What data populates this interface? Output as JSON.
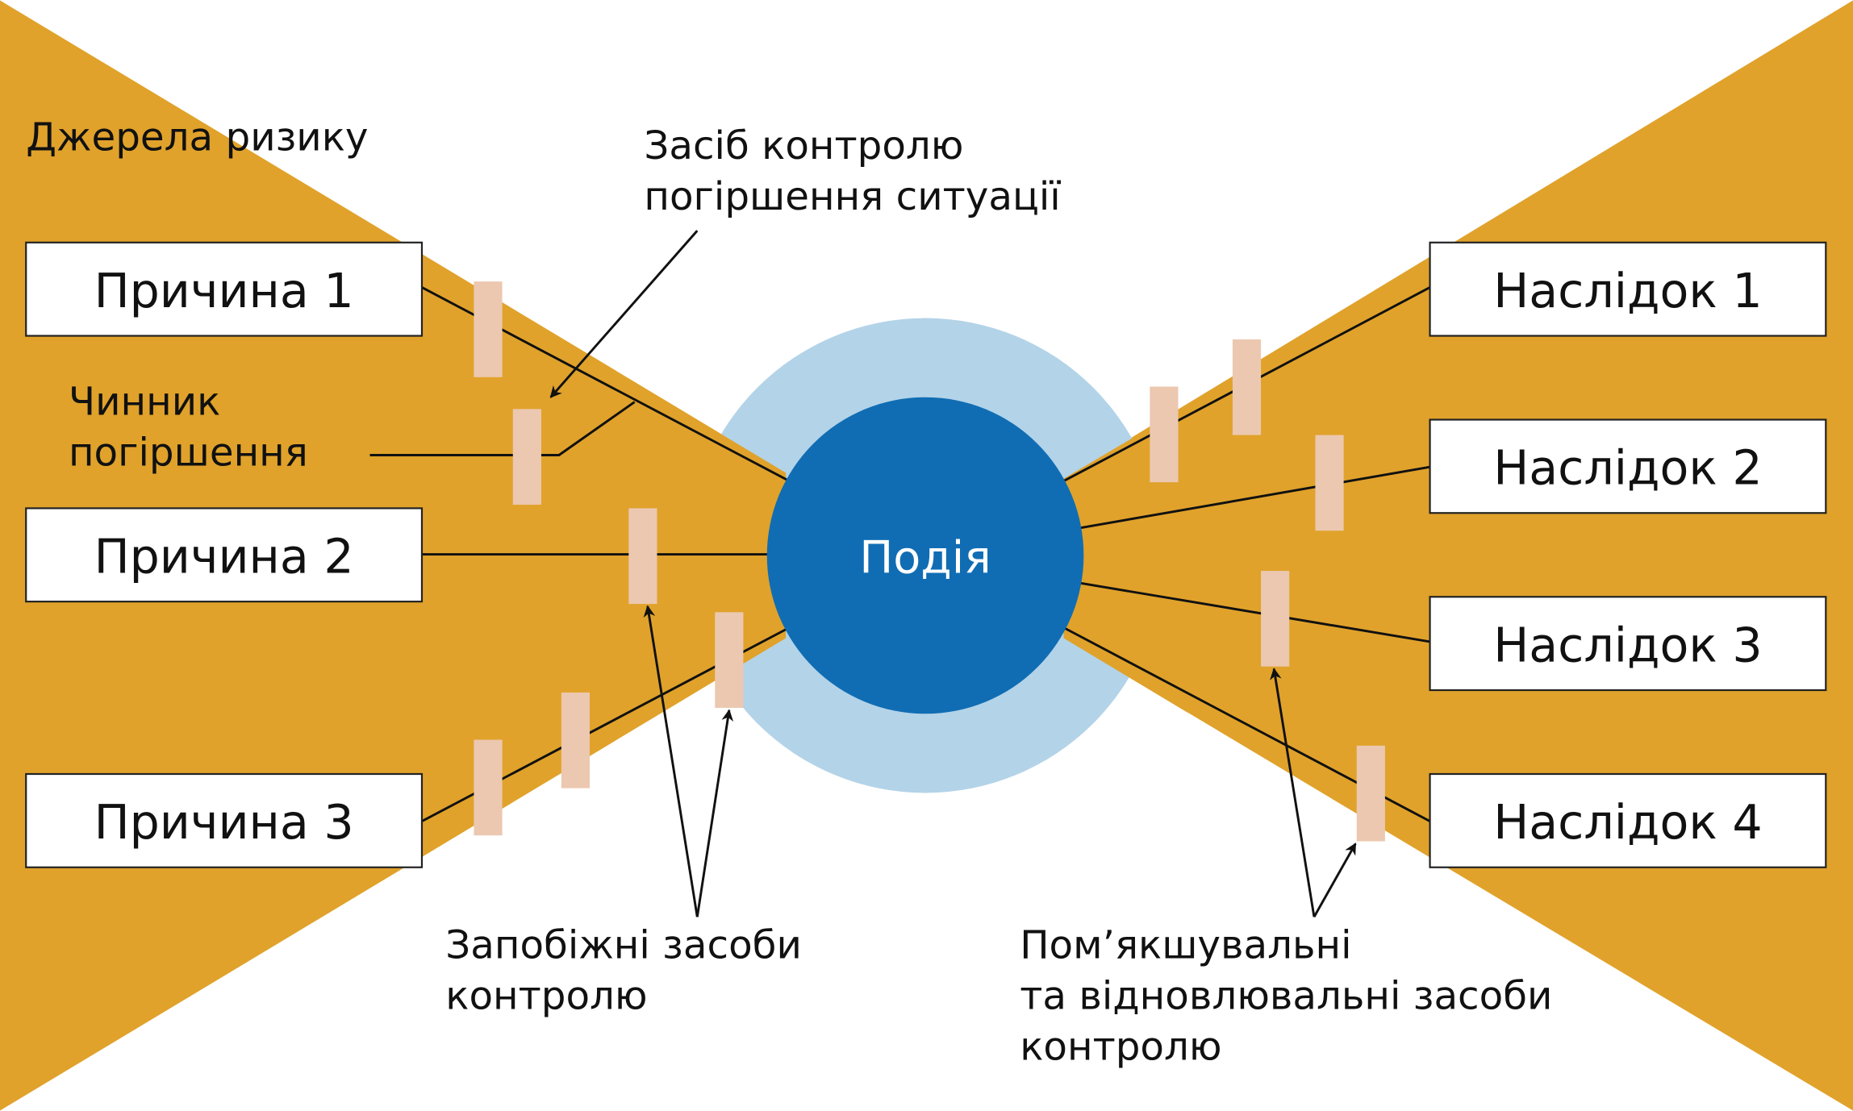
{
  "title": "Джерела ризику",
  "event": "Подія",
  "causes": [
    "Причина 1",
    "Причина 2",
    "Причина 3"
  ],
  "consequences": [
    "Наслідок 1",
    "Наслідок 2",
    "Наслідок 3",
    "Наслідок 4"
  ],
  "escalation_control": [
    "Засіб контролю",
    "погіршення ситуації"
  ],
  "escalation_factor": [
    "Чинник",
    "погіршення"
  ],
  "preventive_controls": [
    "Запобіжні засоби",
    "контролю"
  ],
  "mitigating_controls": [
    "Пом’якшувальні",
    "та відновлювальні засоби",
    "контролю"
  ],
  "colors": {
    "bowtie": "#e0a22b",
    "halo": "#b3d3e8",
    "event": "#106db3",
    "control": "#ecc8b0"
  }
}
